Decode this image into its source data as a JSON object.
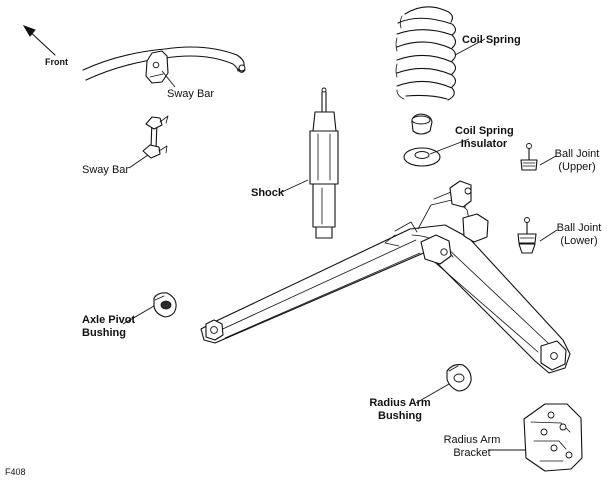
{
  "diagram": {
    "figure_code": "F408",
    "direction_label": "Front",
    "labels": {
      "coil_spring": "Coil Spring",
      "coil_spring_insulator_line1": "Coil Spring",
      "coil_spring_insulator_line2": "Insulator",
      "sway_bar_upper": "Sway Bar",
      "sway_bar_lower": "Sway Bar",
      "shock": "Shock",
      "ball_joint_upper_line1": "Ball Joint",
      "ball_joint_upper_line2": "(Upper)",
      "ball_joint_lower_line1": "Ball Joint",
      "ball_joint_lower_line2": "(Lower)",
      "axle_pivot_bushing_line1": "Axle Pivot",
      "axle_pivot_bushing_line2": "Bushing",
      "radius_arm_bushing_line1": "Radius Arm",
      "radius_arm_bushing_line2": "Bushing",
      "radius_arm_bracket_line1": "Radius Arm",
      "radius_arm_bracket_line2": "Bracket"
    }
  }
}
